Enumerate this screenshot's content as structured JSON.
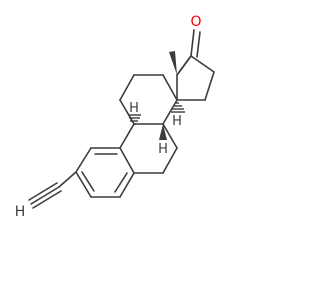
{
  "structure": {
    "atoms": {
      "terminal_alkyne_h": "H",
      "ketone_o": "O",
      "stereo_h_c9": "H",
      "stereo_h_c8": "H",
      "stereo_h_c14": "H"
    },
    "colors": {
      "bond": "#3c3c3c",
      "oxygen": "#ff0000",
      "hydrogen": "#3c3c3c",
      "stereo_h": "#3c3c3c"
    }
  }
}
